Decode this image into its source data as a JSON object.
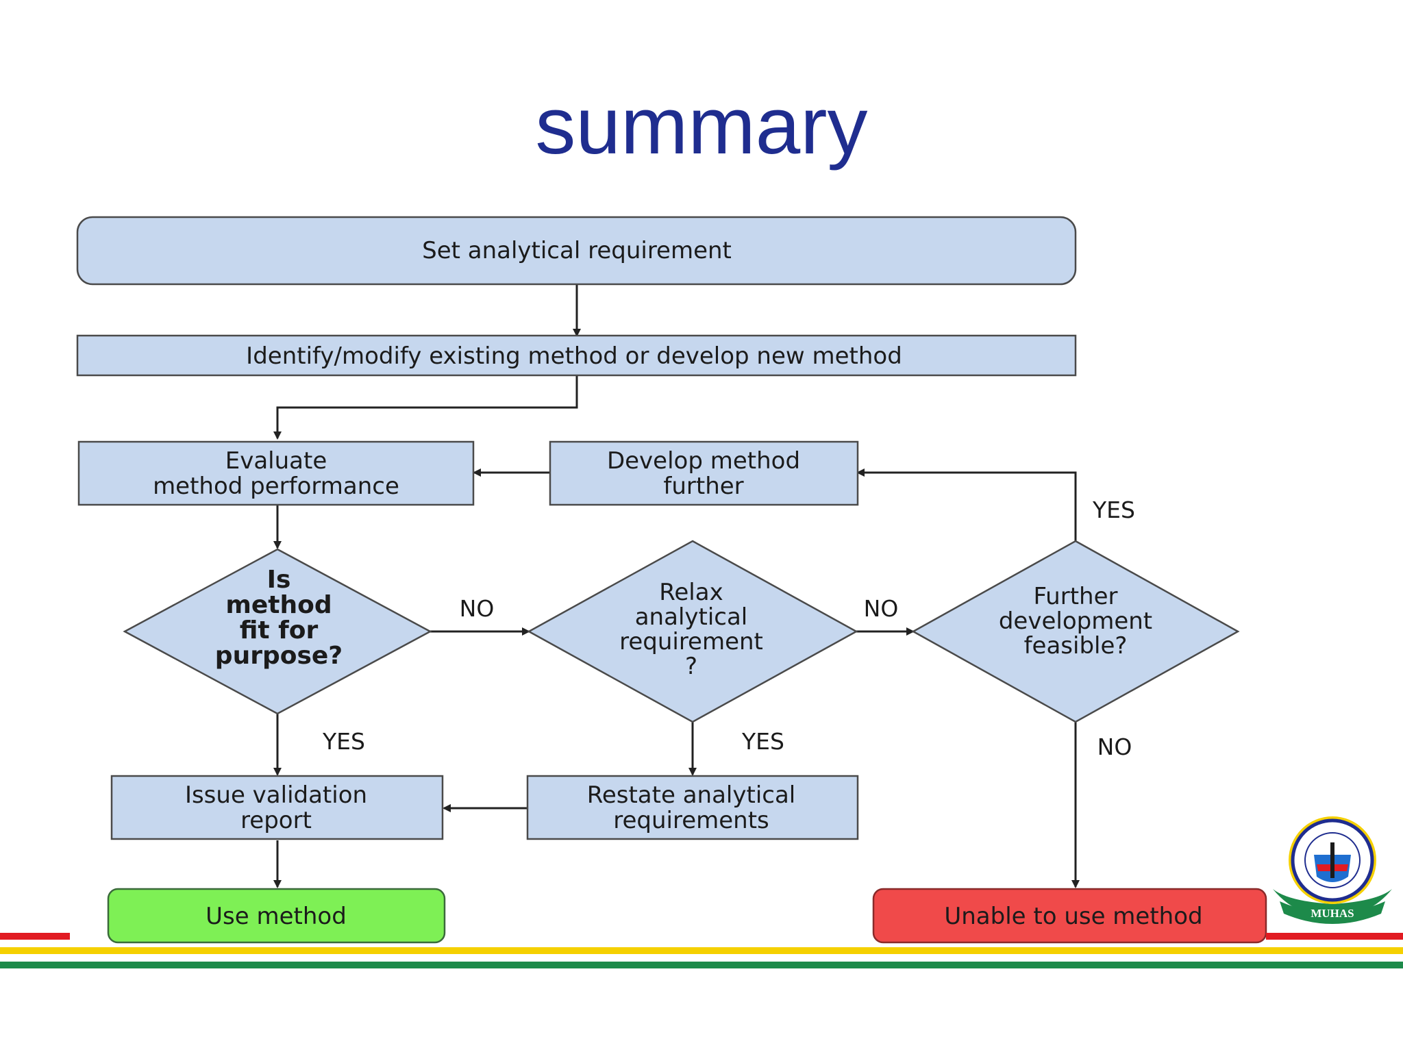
{
  "title": "summary",
  "nodes": {
    "set_req": "Set analytical requirement",
    "identify": "Identify/modify existing method or develop new method",
    "evaluate": [
      "Evaluate",
      "method performance"
    ],
    "develop_further": [
      "Develop method",
      "further"
    ],
    "fit": [
      "Is",
      "method",
      "fit for",
      "purpose?"
    ],
    "relax": [
      "Relax",
      "analytical",
      "requirement",
      "?"
    ],
    "feasible": [
      "Further",
      "development",
      "feasible?"
    ],
    "issue": [
      "Issue validation",
      "report"
    ],
    "restate": [
      "Restate analytical",
      "requirements"
    ],
    "use": "Use method",
    "unable": "Unable to use method"
  },
  "edge_labels": {
    "fit_no": "NO",
    "relax_no": "NO",
    "feasible_yes": "YES",
    "fit_yes": "YES",
    "relax_yes": "YES",
    "feasible_no": "NO"
  },
  "logo": {
    "text": "MUHAS"
  },
  "colors": {
    "title": "#1f2d8f",
    "box_fill": "#c6d7ee",
    "use_fill": "#7ef055",
    "unable_fill": "#f04a4a",
    "stripe_red": "#e11b22",
    "stripe_yellow": "#f5d000",
    "stripe_green": "#1d8a4a"
  }
}
